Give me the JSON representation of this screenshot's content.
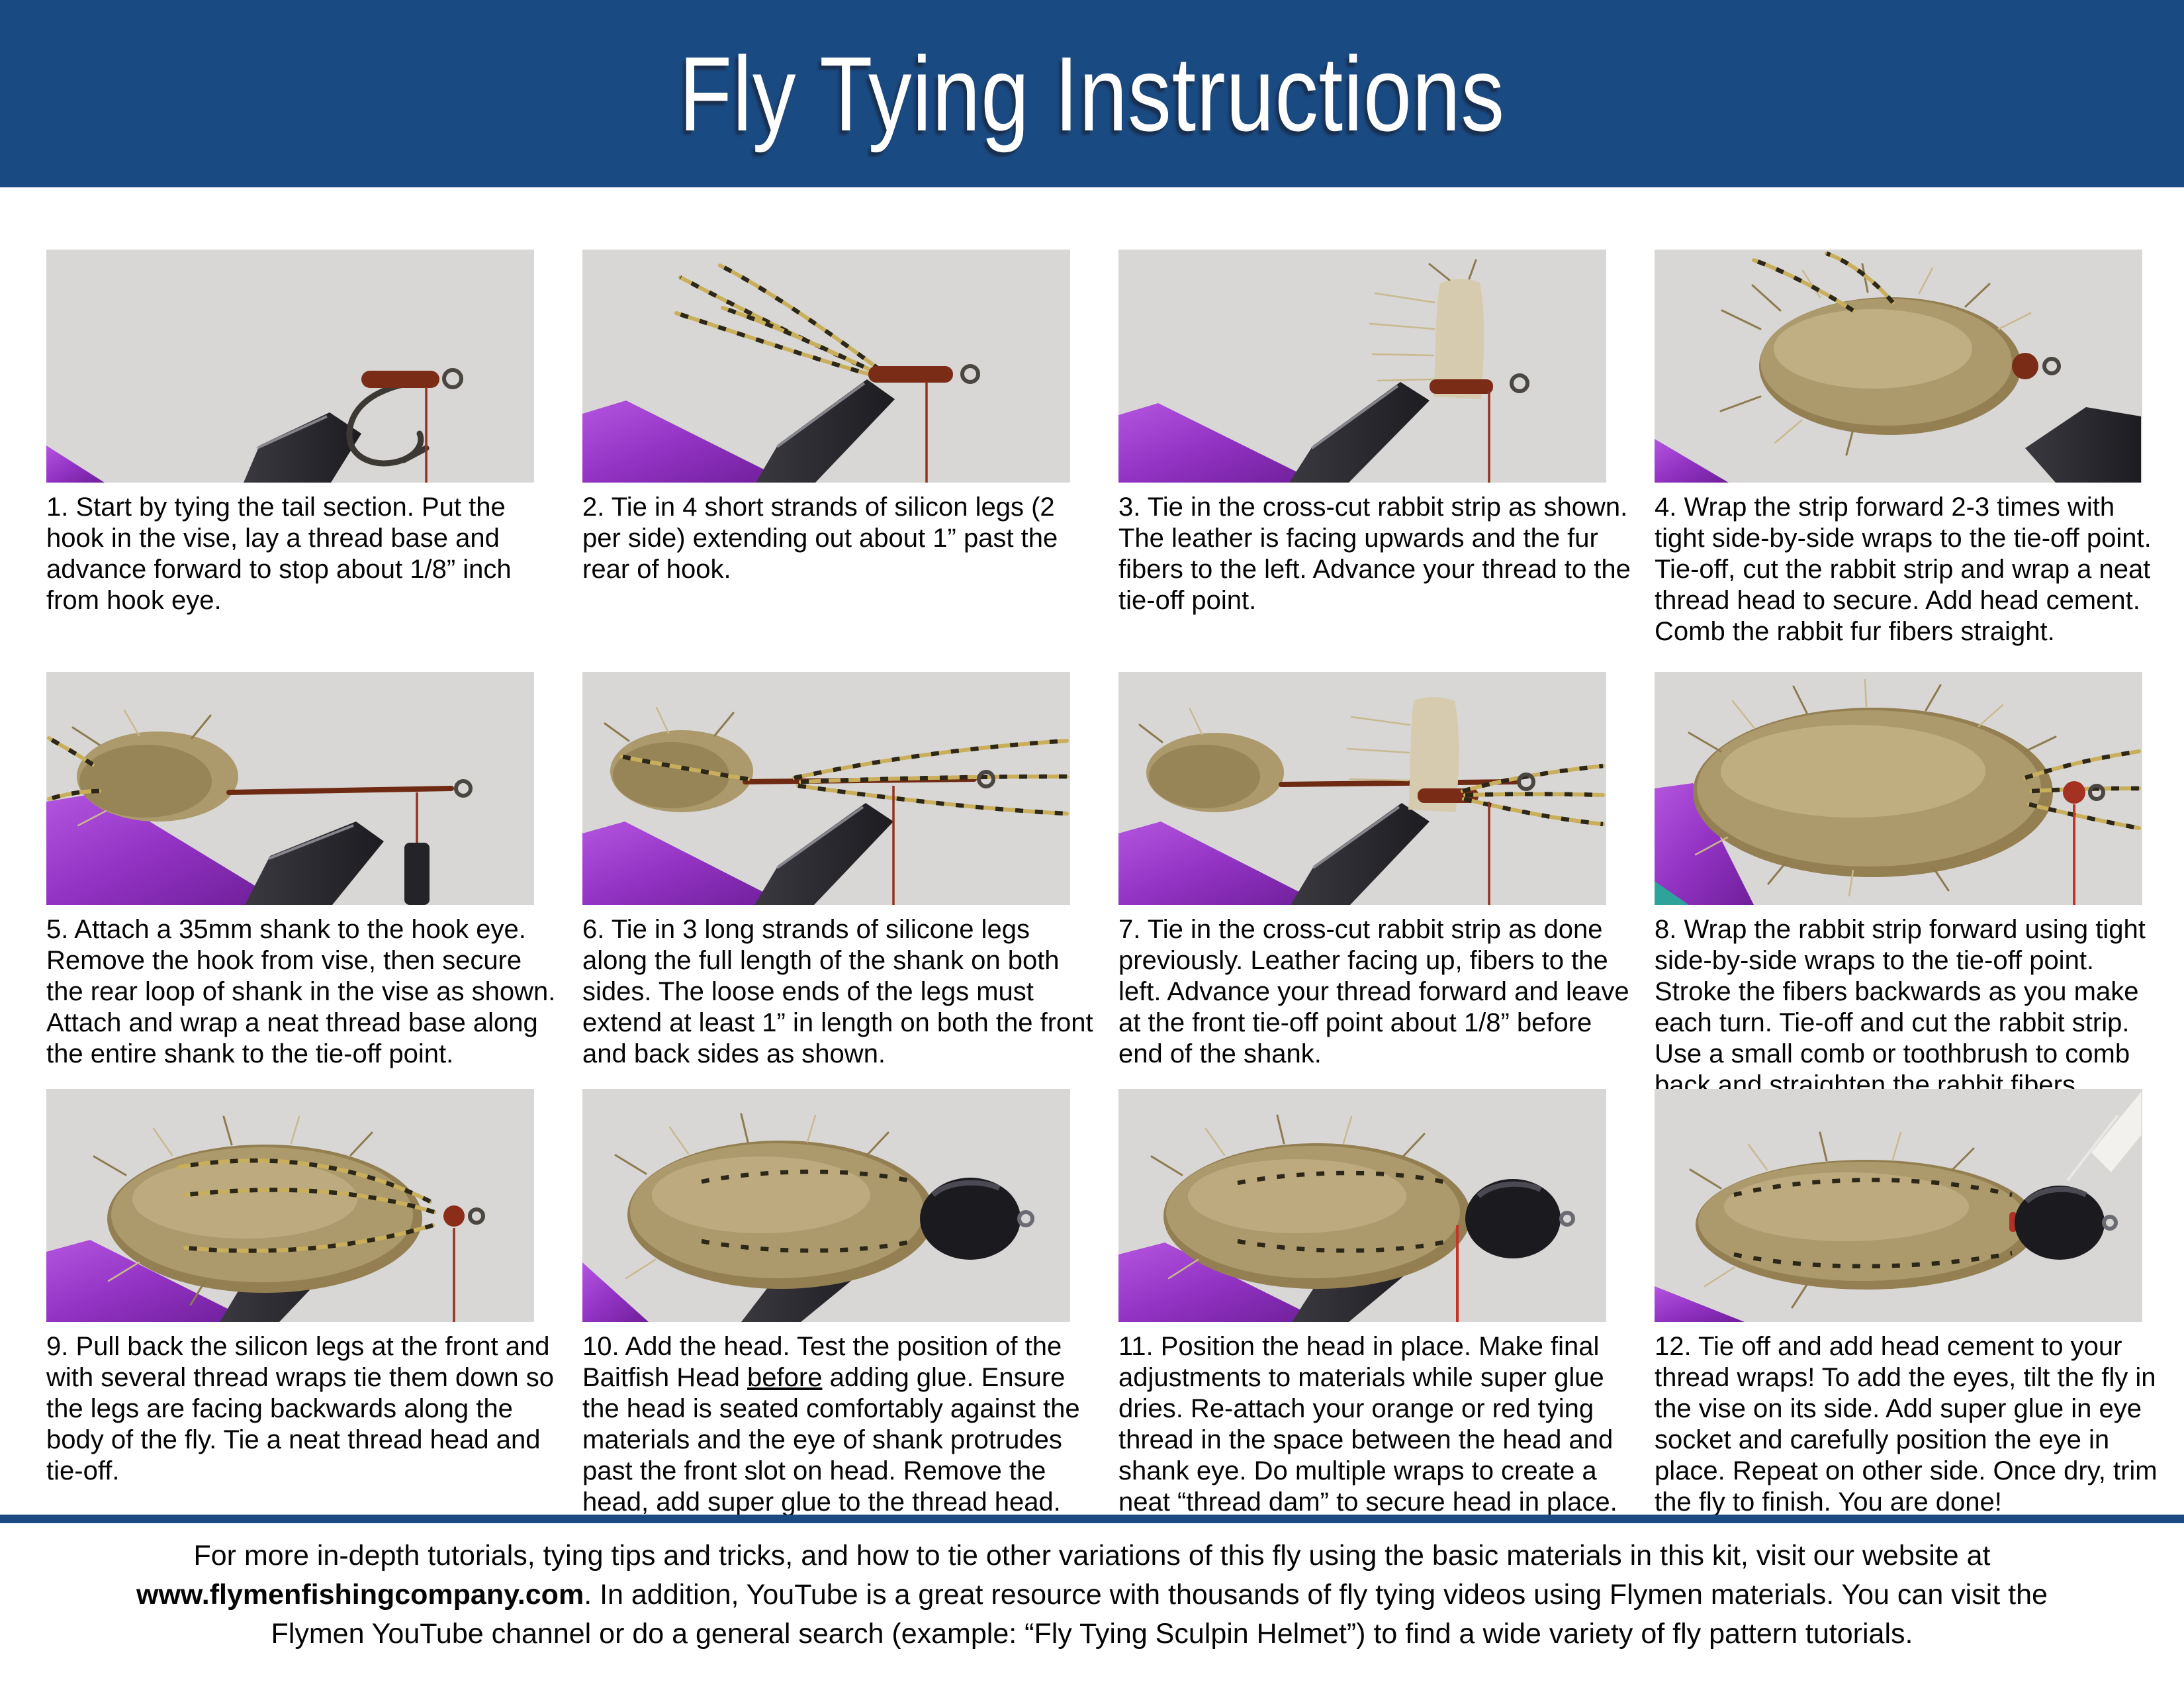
{
  "header": {
    "title": "Fly Tying Instructions"
  },
  "steps": [
    {
      "num": 1,
      "photo_alt": "bare hook in vise with thread base",
      "caption": "1. Start by tying the tail section. Put the hook in the vise, lay a thread base and advance forward to stop about 1/8” inch from hook eye."
    },
    {
      "num": 2,
      "photo_alt": "hook with four short silicone legs tied in",
      "caption": "2. Tie in 4 short strands of silicon legs (2 per side) extending out about 1” past the rear of hook."
    },
    {
      "num": 3,
      "photo_alt": "cross-cut rabbit strip tied in upright",
      "caption": "3. Tie in the cross-cut rabbit strip as shown. The leather is facing upwards and the fur fibers to the left. Advance your thread to the tie-off point."
    },
    {
      "num": 4,
      "photo_alt": "rabbit strip wrapped into fur collar",
      "caption": "4. Wrap the strip forward 2-3 times with tight side-by-side wraps to the tie-off point. Tie-off, cut the rabbit strip and wrap a neat thread head to secure. Add head cement. Comb the rabbit fur fibers straight."
    },
    {
      "num": 5,
      "photo_alt": "tail section attached to 35mm shank in vise",
      "caption": "5. Attach a 35mm shank to the hook eye. Remove the hook from vise, then secure the rear loop of shank in the vise as shown. Attach and wrap a neat thread base along the entire shank to the tie-off point."
    },
    {
      "num": 6,
      "photo_alt": "three long silicone legs tied along shank",
      "caption": "6. Tie in 3 long strands of silicone legs along the full length of the shank on both sides. The loose ends of the legs must extend at least 1” in length on both the front and back sides as shown."
    },
    {
      "num": 7,
      "photo_alt": "second cross-cut rabbit strip tied in",
      "caption": "7. Tie in the cross-cut rabbit strip as done previously. Leather facing up, fibers to the left. Advance your thread forward and leave at the front tie-off point about 1/8” before end of the shank."
    },
    {
      "num": 8,
      "photo_alt": "rabbit strip wrapped forward over shank",
      "caption": "8. Wrap the rabbit strip forward using tight side-by-side wraps to the tie-off point. Stroke the fibers backwards as you make each turn. Tie-off and cut the rabbit strip. Use a small comb or toothbrush to comb back and straighten the rabbit fibers."
    },
    {
      "num": 9,
      "photo_alt": "silicone legs pulled back and tied down",
      "caption": "9. Pull back the silicon legs at the front and with several thread wraps tie them down so the legs are facing backwards along the body of the fly. Tie a neat thread head and tie-off."
    },
    {
      "num": 10,
      "photo_alt": "baitfish head test-fitted on shank",
      "caption_pre": "10. Add the head. Test the position of the Baitfish Head ",
      "caption_underline": "before",
      "caption_post": " adding glue. Ensure the head is seated comfortably against the materials and the eye of shank protrudes past the front slot on head. Remove the head, add super glue to the thread head."
    },
    {
      "num": 11,
      "photo_alt": "head positioned with tying thread re-attached",
      "caption": "11. Position the head in place. Make final adjustments to materials while super glue dries. Re-attach your orange or red tying thread in the space between the head and shank eye. Do multiple wraps to create a neat “thread dam” to secure head in place."
    },
    {
      "num": 12,
      "photo_alt": "finished fly with head cement applied",
      "caption": "12. Tie off and add head cement to your thread wraps! To add the eyes, tilt the fly in the vise on its side. Add super glue in eye socket and carefully position the eye in place. Repeat on other side. Once dry, trim the fly to finish. You are done!"
    }
  ],
  "footer": {
    "line1": "For more in-depth tutorials, tying tips and tricks, and how to tie other variations of this fly using the basic materials in this kit, visit our website at",
    "line2_bold": "www.flymenfishingcompany.com",
    "line2_rest": ". In addition, YouTube is a great resource with thousands of fly tying videos using Flymen materials. You can visit the",
    "line3": "Flymen YouTube channel or do a general search (example: “Fly Tying Sculpin Helmet”) to find a wide variety of fly pattern tutorials."
  },
  "colors": {
    "header_navy": "#1a4a82",
    "photo_background": "#d8d7d5",
    "vise_purple": "#9333c4",
    "vise_jaw_black": "#26262a",
    "thread_red": "#93321f",
    "rabbit_fur_tan": "#ac9a6c",
    "silicone_leg_yellow": "#c9af5c"
  }
}
